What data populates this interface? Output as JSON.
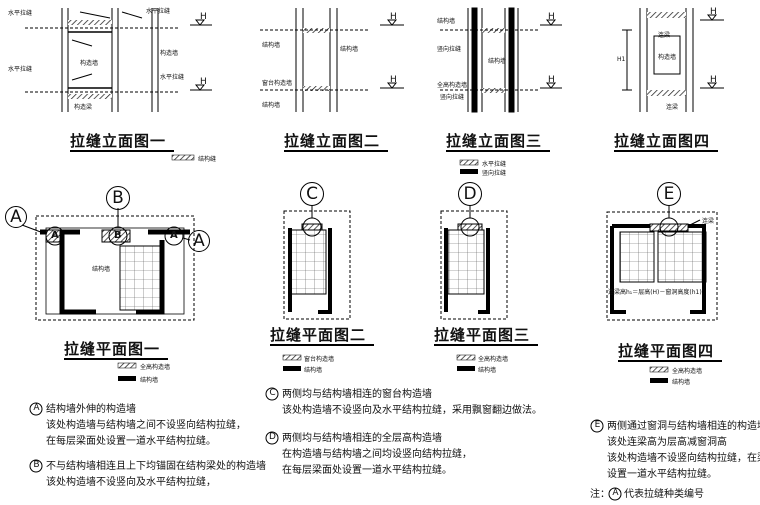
{
  "elevations": {
    "e1": {
      "title": "拉缝立面图一",
      "legend": [
        "结构缝"
      ],
      "labels": {
        "horizontal_tie_top": "水平拉缝",
        "horizontal_tie_right_top": "水平拉缝",
        "structural_col": "构造墙",
        "horizontal_tie_left": "水平拉缝",
        "horizontal_tie_right": "水平拉缝",
        "beam": "构造梁",
        "structural_wall": "构造墙"
      }
    },
    "e2": {
      "title": "拉缝立面图二",
      "labels": {
        "structural_wall_l": "结构墙",
        "structural_wall_r": "结构墙",
        "window_wall": "窗台构造墙",
        "structural_wall_b": "结构墙"
      }
    },
    "e3": {
      "title": "拉缝立面图三",
      "legend": [
        "水平拉缝",
        "竖向拉缝"
      ],
      "labels": {
        "structural_wall": "结构墙",
        "vertical_tie": "竖向拉缝",
        "full_height_wall": "全高构造墙",
        "structural_wall_b": "结构墙",
        "vertical_tie_b": "竖向拉缝"
      }
    },
    "e4": {
      "title": "拉缝立面图四",
      "labels": {
        "lintel_top": "连梁",
        "structural": "构造墙",
        "lintel_bottom": "连梁",
        "dim": "H1"
      }
    },
    "h_mark": "H"
  },
  "plans": {
    "p1": {
      "title": "拉缝平面图一",
      "legend": [
        "全高构造墙",
        "结构墙"
      ],
      "label": "结构墙"
    },
    "p2": {
      "title": "拉缝平面图二",
      "legend": [
        "窗台构造墙",
        "结构墙"
      ]
    },
    "p3": {
      "title": "拉缝平面图三",
      "legend": [
        "全高构造墙",
        "结构墙"
      ]
    },
    "p4": {
      "title": "拉缝平面图四",
      "legend": [
        "全高构造墙",
        "结构墙"
      ],
      "label": "连梁",
      "formula": "连梁高h₁＝层高(H)－窗洞高度(h1)"
    }
  },
  "markers": {
    "a": "A",
    "b": "B",
    "c": "C",
    "d": "D",
    "e": "E"
  },
  "notes": {
    "a": [
      "结构墙外伸的构造墙",
      "该处构造墙与结构墙之间不设竖向结构拉缝，",
      "在每层梁面处设置一道水平结构拉缝。"
    ],
    "b": [
      "不与结构墙相连且上下均锚固在结构梁处的构造墙",
      "该处构造墙不设竖向及水平结构拉缝，"
    ],
    "c": [
      "两侧均与结构墙相连的窗台构造墙",
      "该处构造墙不设竖向及水平结构拉缝，采用飘窗翻边做法。"
    ],
    "d": [
      "两侧均与结构墙相连的全层高构造墙",
      "在构造墙与结构墙之间均设竖向结构拉缝，",
      "在每层梁面处设置一道水平结构拉缝。"
    ],
    "e": [
      "两侧通过窗洞与结构墙相连的构造墙l",
      "该处连梁高为层高减窗洞高",
      "该处构造墙不设竖向结构拉缝，在梁面",
      "设置一道水平结构拉缝。"
    ],
    "footnote_prefix": "注：",
    "footnote_text": "代表拉缝种类编号"
  }
}
